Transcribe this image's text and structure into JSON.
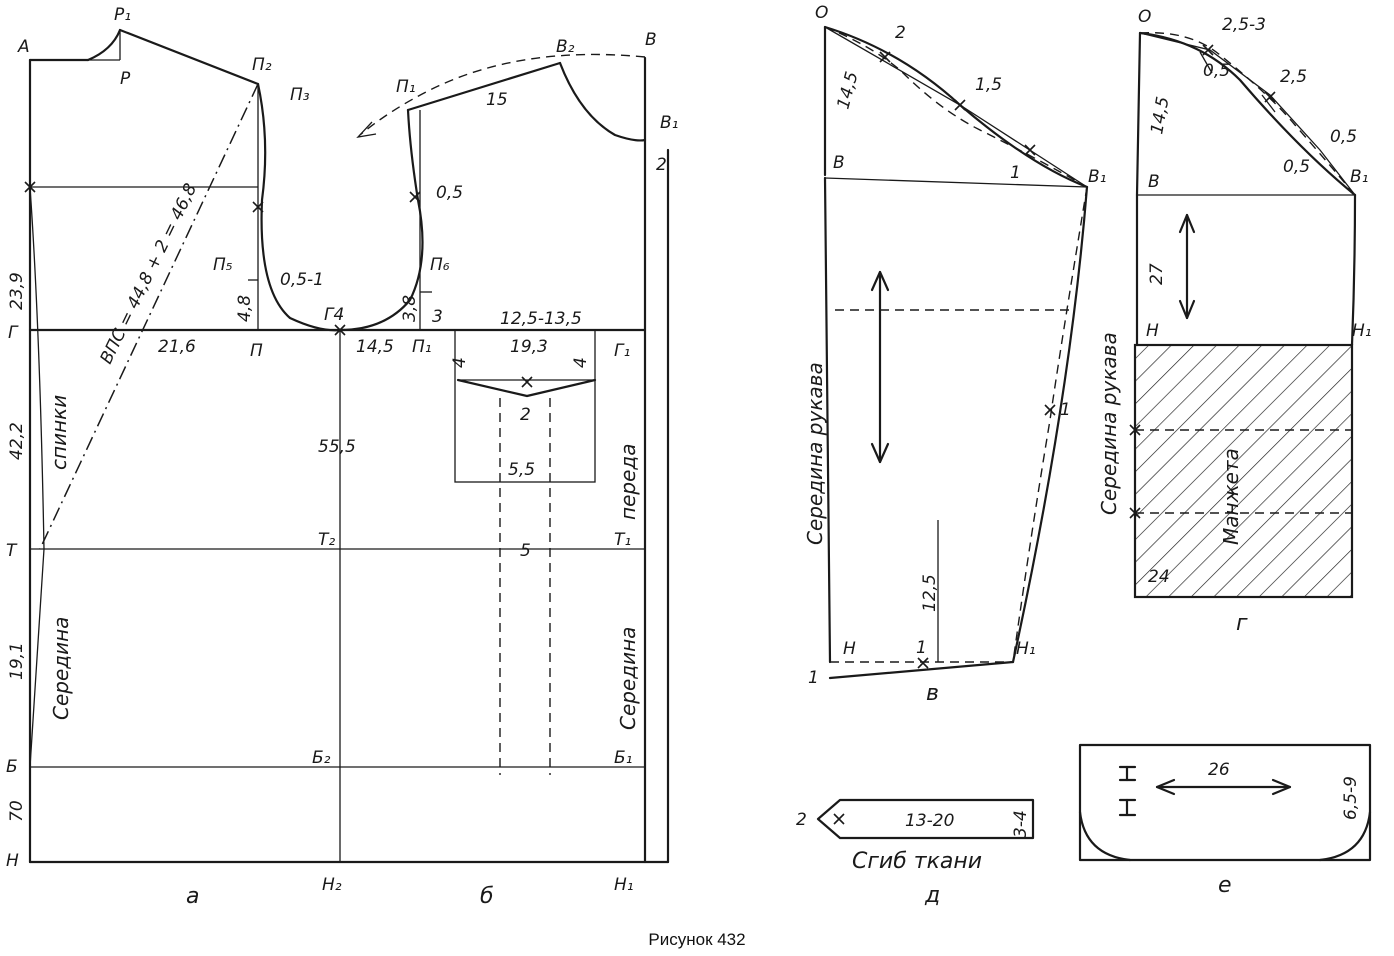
{
  "caption": "Рисунок 432",
  "panel_a": {
    "sublabel": "а",
    "points": {
      "A": "А",
      "P1": "Р₁",
      "P": "Р",
      "Pi2": "П₂",
      "Pi3": "П₃",
      "Pi1t": "П₁",
      "V2": "В₂",
      "V": "В",
      "V1": "В₁",
      "Pi5": "П₅",
      "Pi6": "П₆",
      "G": "Г",
      "G4": "Г4",
      "Pi": "П",
      "Pi1": "П₁",
      "G1": "Г₁",
      "T": "Т",
      "T2": "Т₂",
      "T1": "Т₁",
      "B": "Б",
      "B2": "Б₂",
      "B1": "Б₁",
      "H": "Н",
      "H2": "Н₂",
      "H1": "Н₁"
    },
    "dims": {
      "d239": "23,9",
      "d422": "42,2",
      "d191": "19,1",
      "d70": "70",
      "d216": "21,6",
      "d145": "14,5",
      "d555": "55,5",
      "d15": "15",
      "d05": "0,5",
      "d05_1": "0,5-1",
      "d48": "4,8",
      "d38": "3,8",
      "d3": "3",
      "d2": "2",
      "d125": "12,5-13,5",
      "vps": "ВПС = 44,8 + 2 = 46,8",
      "spinki": "спинки",
      "seredina_back": "Середина",
      "pereda": "переда",
      "seredina_front": "Середина"
    }
  },
  "panel_b": {
    "sublabel": "б",
    "dims": {
      "d4a": "4",
      "d193": "19,3",
      "d4b": "4",
      "d2": "2",
      "d55": "5,5",
      "d5": "5"
    }
  },
  "panel_v": {
    "sublabel": "в",
    "points": {
      "O": "О",
      "B": "В",
      "B1": "В₁",
      "H": "Н",
      "H1": "Н₁"
    },
    "dims": {
      "d145": "14,5",
      "d2": "2",
      "d15": "1,5",
      "d1a": "1",
      "d1b": "1",
      "d1c": "1",
      "d1d": "1",
      "d125": "12,5"
    },
    "label": "Середина рукава"
  },
  "panel_g": {
    "sublabel": "г",
    "points": {
      "O": "О",
      "B": "В",
      "B1": "В₁",
      "H": "Н",
      "H1": "Н₁"
    },
    "dims": {
      "d145": "14,5",
      "d253": "2,5-3",
      "d05a": "0,5",
      "d25": "2,5",
      "d05b": "0,5",
      "d05c": "0,5",
      "d27": "27",
      "d24": "24"
    },
    "label": "Середина рукава",
    "cuff": "Манжета"
  },
  "panel_d": {
    "sublabel": "д",
    "dims": {
      "d2": "2",
      "d1320": "13-20",
      "d34": "3-4"
    },
    "fold": "Сгиб ткани"
  },
  "panel_e": {
    "sublabel": "е",
    "dims": {
      "d26": "26",
      "d659": "6,5-9"
    }
  }
}
